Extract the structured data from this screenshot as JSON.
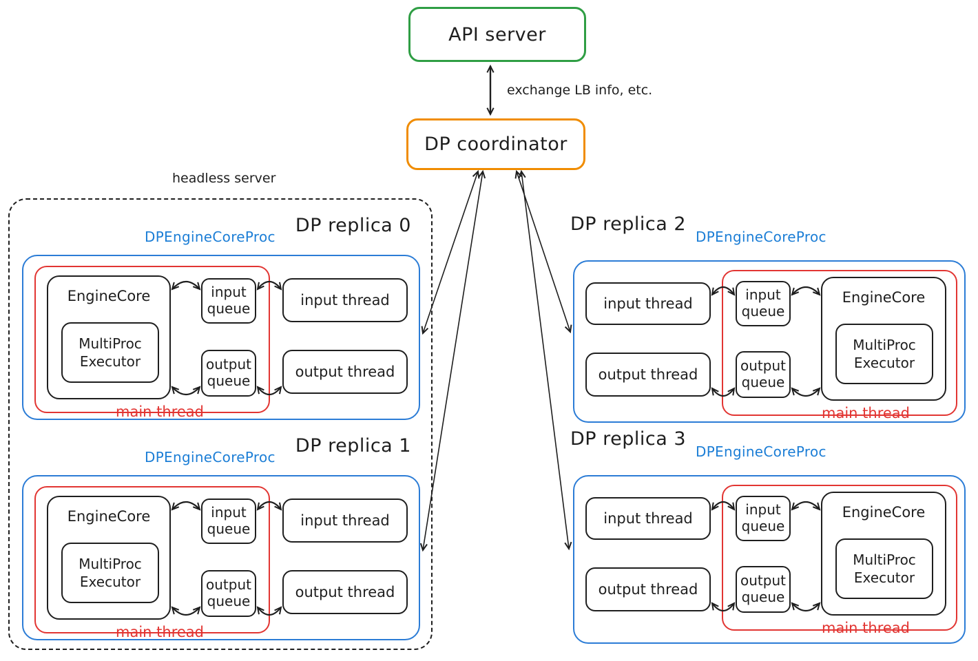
{
  "colors": {
    "ink": "#1e1e1e",
    "blue": "#2b7cd6",
    "blue_text": "#1c7ed6",
    "red": "#e23532",
    "green": "#2f9e44",
    "orange": "#f08c00"
  },
  "api_server": {
    "label": "API server"
  },
  "coordinator": {
    "label": "DP coordinator"
  },
  "api_coordinator_link_label": "exchange LB info, etc.",
  "headless_server_label": "headless server",
  "shared": {
    "proc_label": "DPEngineCoreProc",
    "engine_core": "EngineCore",
    "multiproc_executor": "MultiProc Executor",
    "input_queue": "input queue",
    "output_queue": "output queue",
    "input_thread": "input thread",
    "output_thread": "output thread",
    "main_thread": "main thread"
  },
  "replicas": [
    {
      "title": "DP replica 0"
    },
    {
      "title": "DP replica 1"
    },
    {
      "title": "DP replica 2"
    },
    {
      "title": "DP replica 3"
    }
  ]
}
